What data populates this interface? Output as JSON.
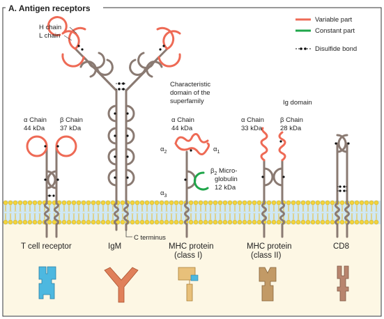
{
  "title": "A. Antigen receptors",
  "legend": {
    "variable": "Variable part",
    "constant": "Constant part",
    "disulfide": "Disulfide bond"
  },
  "labels": {
    "h_chain": "H chain",
    "l_chain": "L chain",
    "characteristic_1": "Characteristic",
    "characteristic_2": "domain of the",
    "characteristic_3": "superfamily",
    "ig_domain": "Ig domain",
    "tcr_alpha": "α Chain",
    "tcr_alpha_kda": "44 kDa",
    "tcr_beta": "β Chain",
    "tcr_beta_kda": "37 kDa",
    "mhc1_alpha": "α Chain",
    "mhc1_alpha_kda": "44 kDa",
    "mhc2_alpha": "α Chain",
    "mhc2_alpha_kda": "33 kDa",
    "mhc2_beta": "β Chain",
    "mhc2_beta_kda": "28 kDa",
    "a2": "α",
    "a2_sub": "2",
    "a1": "α",
    "a1_sub": "1",
    "a3": "α",
    "a3_sub": "3",
    "b2_a": "β",
    "b2_sub": "2",
    "b2_b": " Micro-",
    "b2_c": "globulin",
    "b2_d": "12 kDa",
    "c_terminus": "C terminus"
  },
  "captions": {
    "tcr": "T cell receptor",
    "igm": "IgM",
    "mhc1_1": "MHC protein",
    "mhc1_2": "(class I)",
    "mhc2_1": "MHC protein",
    "mhc2_2": "(class II)",
    "cd8": "CD8"
  },
  "colors": {
    "variable": "#ee6a55",
    "constant": "#1fa64a",
    "chain": "#8a7a72",
    "membrane_head": "#f2d33c",
    "membrane_band": "#cfe8f5",
    "cytoplasm": "#fdf7e4",
    "icon_tcr": "#4db8e0",
    "icon_igm": "#e0805a",
    "icon_mhc1": "#e8c07a",
    "icon_mhc2": "#c29a66",
    "icon_cd8": "#b8856e"
  }
}
